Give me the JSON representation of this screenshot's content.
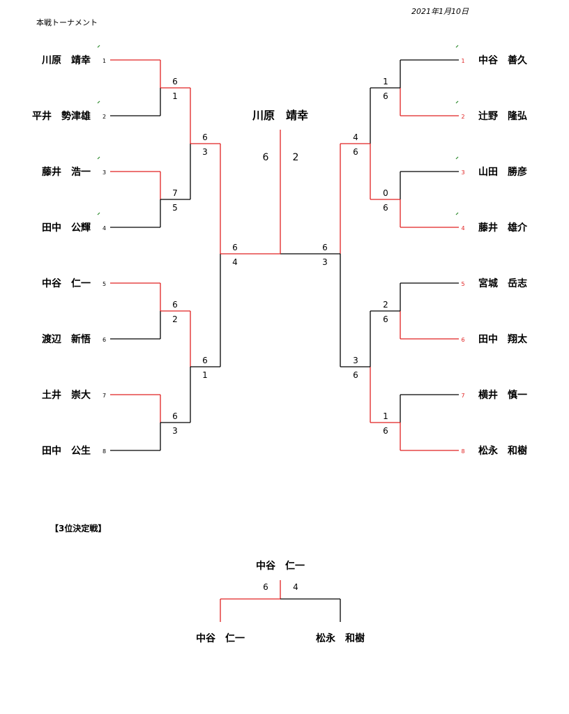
{
  "header": {
    "title": "本戦トーナメント",
    "date": "2021年1月10日"
  },
  "left_players": [
    {
      "seed": "1",
      "name": "川原　靖幸",
      "marker": true
    },
    {
      "seed": "2",
      "name": "平井　勢津雄",
      "marker": true
    },
    {
      "seed": "3",
      "name": "藤井　浩一",
      "marker": true
    },
    {
      "seed": "4",
      "name": "田中　公輝",
      "marker": true
    },
    {
      "seed": "5",
      "name": "中谷　仁一",
      "marker": false
    },
    {
      "seed": "6",
      "name": "渡辺　新悟",
      "marker": false
    },
    {
      "seed": "7",
      "name": "土井　崇大",
      "marker": false
    },
    {
      "seed": "8",
      "name": "田中　公生",
      "marker": false
    }
  ],
  "right_players": [
    {
      "seed": "1",
      "name": "中谷　善久",
      "marker": true
    },
    {
      "seed": "2",
      "name": "辻野　隆弘",
      "marker": true
    },
    {
      "seed": "3",
      "name": "山田　勝彦",
      "marker": true
    },
    {
      "seed": "4",
      "name": "藤井　雄介",
      "marker": true
    },
    {
      "seed": "5",
      "name": "宮城　岳志",
      "marker": false
    },
    {
      "seed": "6",
      "name": "田中　翔太",
      "marker": false
    },
    {
      "seed": "7",
      "name": "横井　慎一",
      "marker": false
    },
    {
      "seed": "8",
      "name": "松永　和樹",
      "marker": false
    }
  ],
  "left_round1": [
    {
      "top": "6",
      "bottom": "1",
      "winner": "top"
    },
    {
      "top": "7",
      "bottom": "5",
      "winner": "top"
    },
    {
      "top": "6",
      "bottom": "2",
      "winner": "top"
    },
    {
      "top": "6",
      "bottom": "3",
      "winner": "top"
    }
  ],
  "left_round2": [
    {
      "top": "6",
      "bottom": "3",
      "winner": "top"
    },
    {
      "top": "6",
      "bottom": "1",
      "winner": "top"
    }
  ],
  "left_round3": {
    "top": "6",
    "bottom": "4",
    "winner": "top"
  },
  "right_round1": [
    {
      "top": "1",
      "bottom": "6",
      "winner": "bottom"
    },
    {
      "top": "0",
      "bottom": "6",
      "winner": "bottom"
    },
    {
      "top": "2",
      "bottom": "6",
      "winner": "bottom"
    },
    {
      "top": "1",
      "bottom": "6",
      "winner": "bottom"
    }
  ],
  "right_round2": [
    {
      "top": "4",
      "bottom": "6",
      "winner": "bottom"
    },
    {
      "top": "3",
      "bottom": "6",
      "winner": "bottom"
    }
  ],
  "right_round3": {
    "top": "6",
    "bottom": "3",
    "winner": "top"
  },
  "final": {
    "champion": "川原　靖幸",
    "left_score": "6",
    "right_score": "2"
  },
  "third_place": {
    "title": "【3位決定戦】",
    "winner": "中谷　仁一",
    "left_score": "6",
    "right_score": "4",
    "left_player": "中谷　仁一",
    "right_player": "松永　和樹"
  },
  "colors": {
    "win": "#e02020",
    "line": "#000000",
    "marker": "#2e8b2e"
  }
}
